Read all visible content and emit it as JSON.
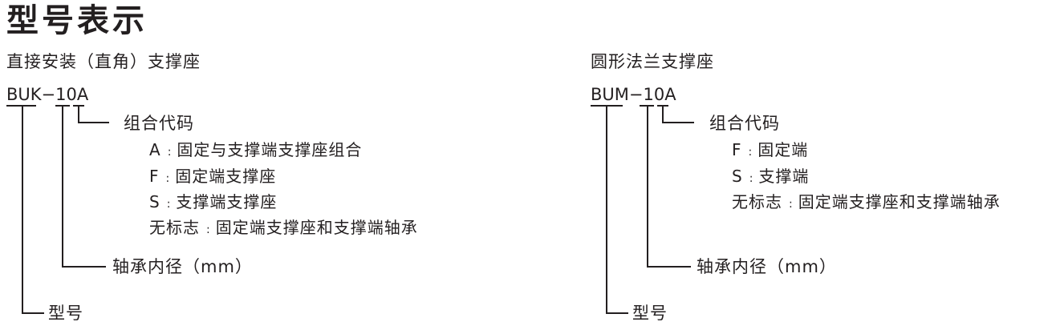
{
  "page": {
    "title": "型号表示"
  },
  "left": {
    "subtitle": "直接安装（直角）支撑座",
    "model": "BUK−10A",
    "code_label": "组合代码",
    "options": [
      {
        "key": "A",
        "sep": ":",
        "text": "固定与支撑端支撑座组合"
      },
      {
        "key": "F",
        "sep": ":",
        "text": "固定端支撑座"
      },
      {
        "key": "S",
        "sep": ":",
        "text": "支撑端支撑座"
      },
      {
        "key": "无标志",
        "sep": ":",
        "text": "固定端支撑座和支撑端轴承"
      }
    ],
    "bore_label": "轴承内径（mm）",
    "type_label": "型号"
  },
  "right": {
    "subtitle": "圆形法兰支撑座",
    "model": "BUM−10A",
    "code_label": "组合代码",
    "options": [
      {
        "key": "F",
        "sep": ":",
        "text": "固定端"
      },
      {
        "key": "S",
        "sep": ":",
        "text": "支撑端"
      },
      {
        "key": "无标志",
        "sep": ":",
        "text": "固定端支撑座和支撑端轴承"
      }
    ],
    "bore_label": "轴承内径（mm）",
    "type_label": "型号"
  }
}
